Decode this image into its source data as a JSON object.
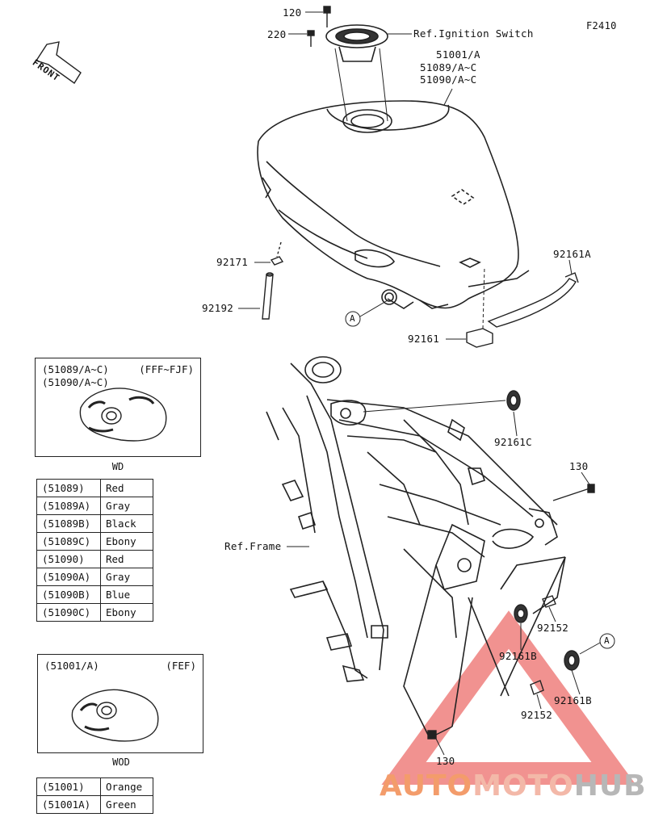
{
  "diagram_code": "F2410",
  "front_label": "FRONT",
  "parts": {
    "p120_top": "120",
    "p220": "220",
    "ignition_ref": "Ref.Ignition Switch",
    "tank_no1": "51001/A",
    "tank_no2": "51089/A~C",
    "tank_no3": "51090/A~C",
    "p92171": "92171",
    "p92192": "92192",
    "p92161A": "92161A",
    "p92161": "92161",
    "ref_a1": "A",
    "p92161C": "92161C",
    "p130_right": "130",
    "ref_frame": "Ref.Frame",
    "p92152_a": "92152",
    "p92161B_a": "92161B",
    "ref_a2": "A",
    "p92161B_b": "92161B",
    "p92152_b": "92152",
    "p130_bottom": "130"
  },
  "box1": {
    "header_line1": "(51089/A~C)",
    "header_line2": "(51090/A~C)",
    "header_right": "(FFF~FJF)",
    "caption": "WD"
  },
  "table1": [
    {
      "code": "(51089)",
      "color": "Red"
    },
    {
      "code": "(51089A)",
      "color": "Gray"
    },
    {
      "code": "(51089B)",
      "color": "Black"
    },
    {
      "code": "(51089C)",
      "color": "Ebony"
    },
    {
      "code": "(51090)",
      "color": "Red"
    },
    {
      "code": "(51090A)",
      "color": "Gray"
    },
    {
      "code": "(51090B)",
      "color": "Blue"
    },
    {
      "code": "(51090C)",
      "color": "Ebony"
    }
  ],
  "box2": {
    "header_left": "(51001/A)",
    "header_right": "(FEF)",
    "caption": "WOD"
  },
  "table2": [
    {
      "code": "(51001)",
      "color": "Orange"
    },
    {
      "code": "(51001A)",
      "color": "Green"
    }
  ],
  "watermark": {
    "part1": "AUTO",
    "part2": "MOTO",
    "part3": "HUB"
  },
  "colors": {
    "watermark_red": "#e53935",
    "watermark_orange": "#f39c6b",
    "line": "#222222"
  }
}
